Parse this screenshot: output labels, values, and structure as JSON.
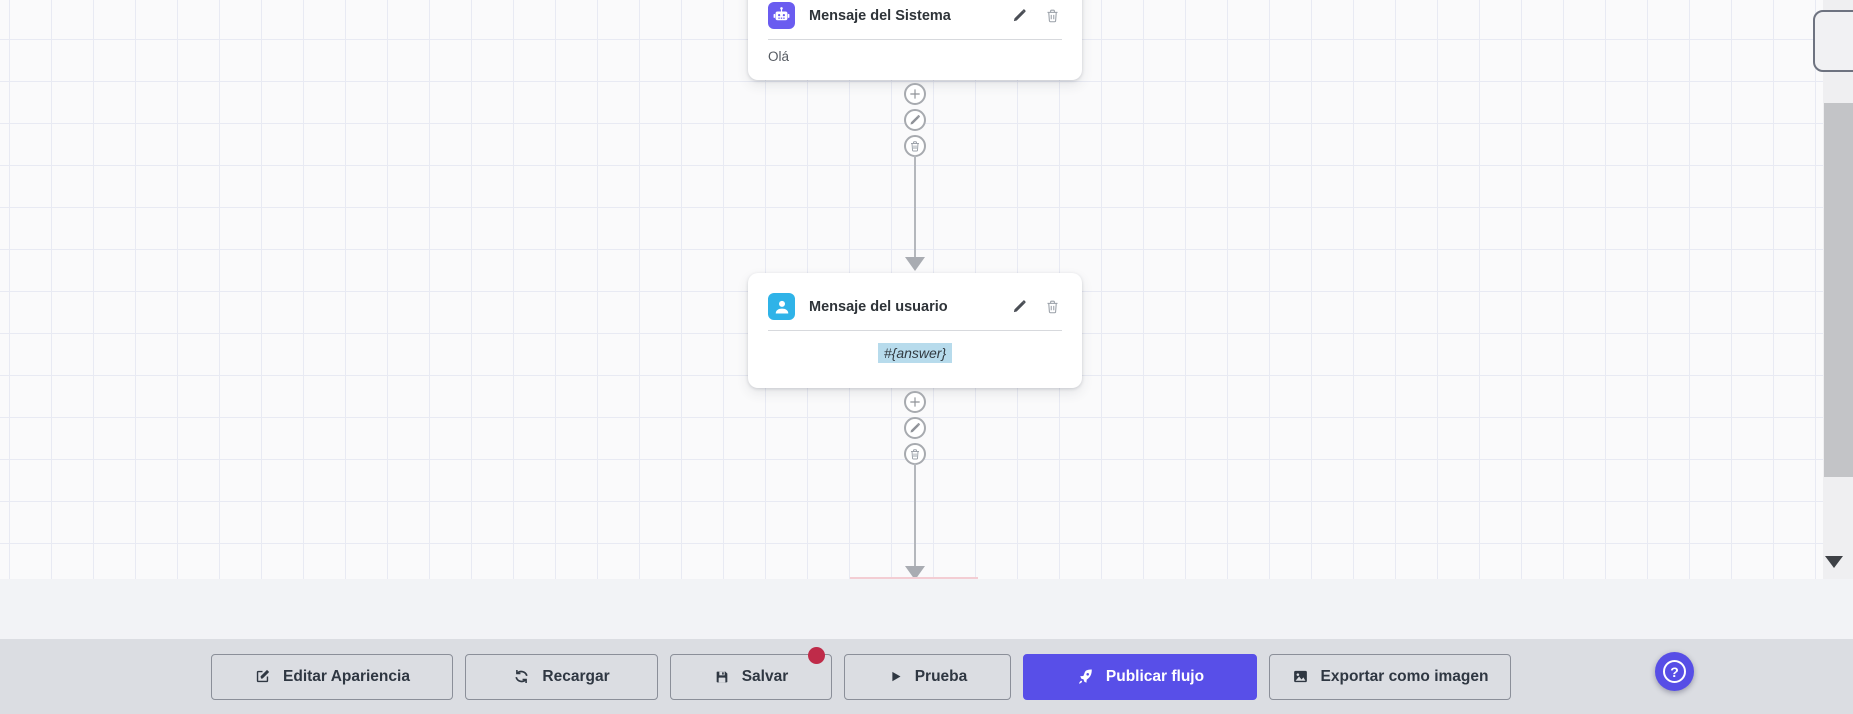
{
  "canvas": {
    "nodes": [
      {
        "title": "Mensaje del Sistema",
        "content": "Olá",
        "icon": "robot-icon"
      },
      {
        "title": "Mensaje del usuario",
        "content": "#{answer}",
        "icon": "user-icon"
      }
    ],
    "connector_actions": [
      "add",
      "edit",
      "delete"
    ]
  },
  "toolbar": {
    "buttons": [
      {
        "label": "Editar Apariencia",
        "icon": "edit-square-icon"
      },
      {
        "label": "Recargar",
        "icon": "refresh-icon"
      },
      {
        "label": "Salvar",
        "icon": "save-icon",
        "has_badge": true
      },
      {
        "label": "Prueba",
        "icon": "play-icon"
      },
      {
        "label": "Publicar flujo",
        "icon": "rocket-icon",
        "primary": true
      },
      {
        "label": "Exportar como imagen",
        "icon": "image-icon"
      }
    ],
    "help_label": "?"
  },
  "colors": {
    "primary": "#584fe8",
    "system_icon_bg": "#6a5cf0",
    "user_icon_bg": "#2fb3e8",
    "unsaved_badge": "#bf2b49",
    "variable_highlight_bg": "#b7dbec",
    "toolbar_bg": "#dbdde2",
    "canvas_bg": "#fafafb",
    "grid_line": "#e8eaf3"
  }
}
